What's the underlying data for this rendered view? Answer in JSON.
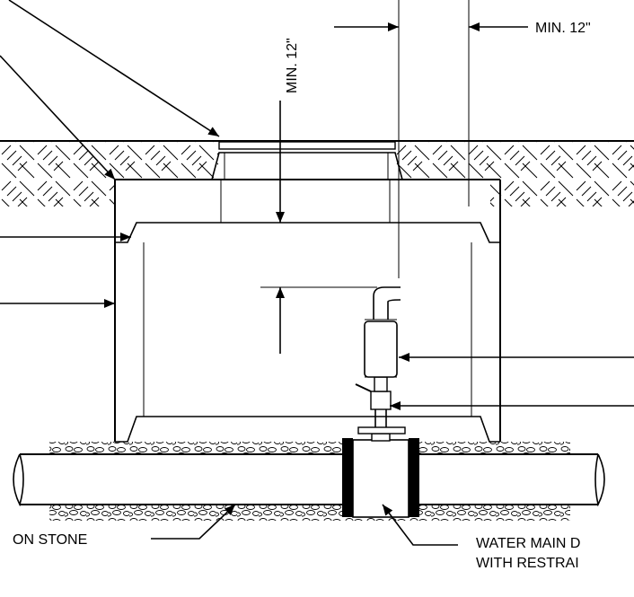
{
  "labels": {
    "min_top_right": "MIN. 12\"",
    "min_vertical": "MIN. 12\"",
    "stone": "ON STONE",
    "water_main_line1": "WATER MAIN D",
    "water_main_line2": "WITH RESTRAI"
  },
  "colors": {
    "line": "#000000",
    "background": "#ffffff",
    "flange": "#000000"
  }
}
